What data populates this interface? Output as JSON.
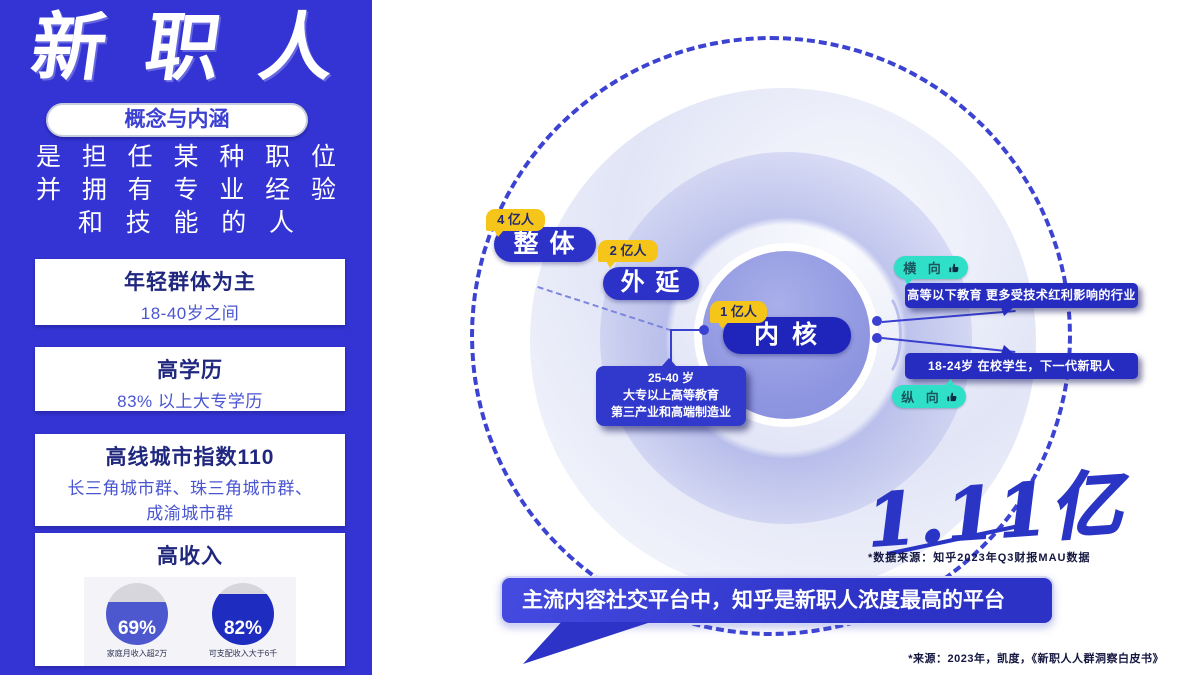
{
  "sidebar": {
    "title": "新职人",
    "subtitle_pill": "概念与内涵",
    "description_lines": [
      "是担任某种职位",
      "并拥有专业经验",
      "和技能的人"
    ],
    "cards": [
      {
        "title": "年轻群体为主",
        "line1": "18-40岁之间"
      },
      {
        "title": "高学历",
        "line1": "83% 以上大专学历"
      },
      {
        "title": "高线城市指数110",
        "line1": "长三角城市群、珠三角城市群、",
        "line2": "成渝城市群"
      },
      {
        "title": "高收入"
      }
    ],
    "income_charts": [
      {
        "percent_label": "69%",
        "value": 69,
        "caption": "家庭月收入超2万"
      },
      {
        "percent_label": "82%",
        "value": 82,
        "caption": "可支配收入大于6千"
      }
    ]
  },
  "diagram": {
    "whole": {
      "badge": "4 亿人",
      "label": "整 体"
    },
    "extension": {
      "badge": "2 亿人",
      "label": "外 延"
    },
    "core": {
      "badge": "1 亿人",
      "label": "内 核"
    },
    "core_callout": {
      "line1": "25-40 岁",
      "line2": "大专以上高等教育",
      "line3": "第三产业和高端制造业"
    },
    "horizontal": {
      "tag": "横 向",
      "text": "高等以下教育 更多受技术红利影响的行业"
    },
    "vertical": {
      "tag": "纵 向",
      "text": "18-24岁  在校学生，下一代新职人"
    },
    "big_number": "1.11亿",
    "big_number_source": "*数据来源：知乎2023年Q3财报MAU数据"
  },
  "footer": {
    "bubble_text": "主流内容社交平台中，知乎是新职人浓度最高的平台",
    "source": "*来源：2023年，凯度，《新职人人群洞察白皮书》"
  },
  "colors": {
    "primary_blue": "#3434d4",
    "deep_blue": "#272cc0",
    "pill_blue": "#2c31c8",
    "yellow": "#f5c51a",
    "teal": "#30dfc7",
    "lavender_circle": "#8f96e0",
    "navy_text": "#20277e",
    "gauge_left_fill": "#4d58cf",
    "gauge_right_fill": "#1f2cc0"
  }
}
